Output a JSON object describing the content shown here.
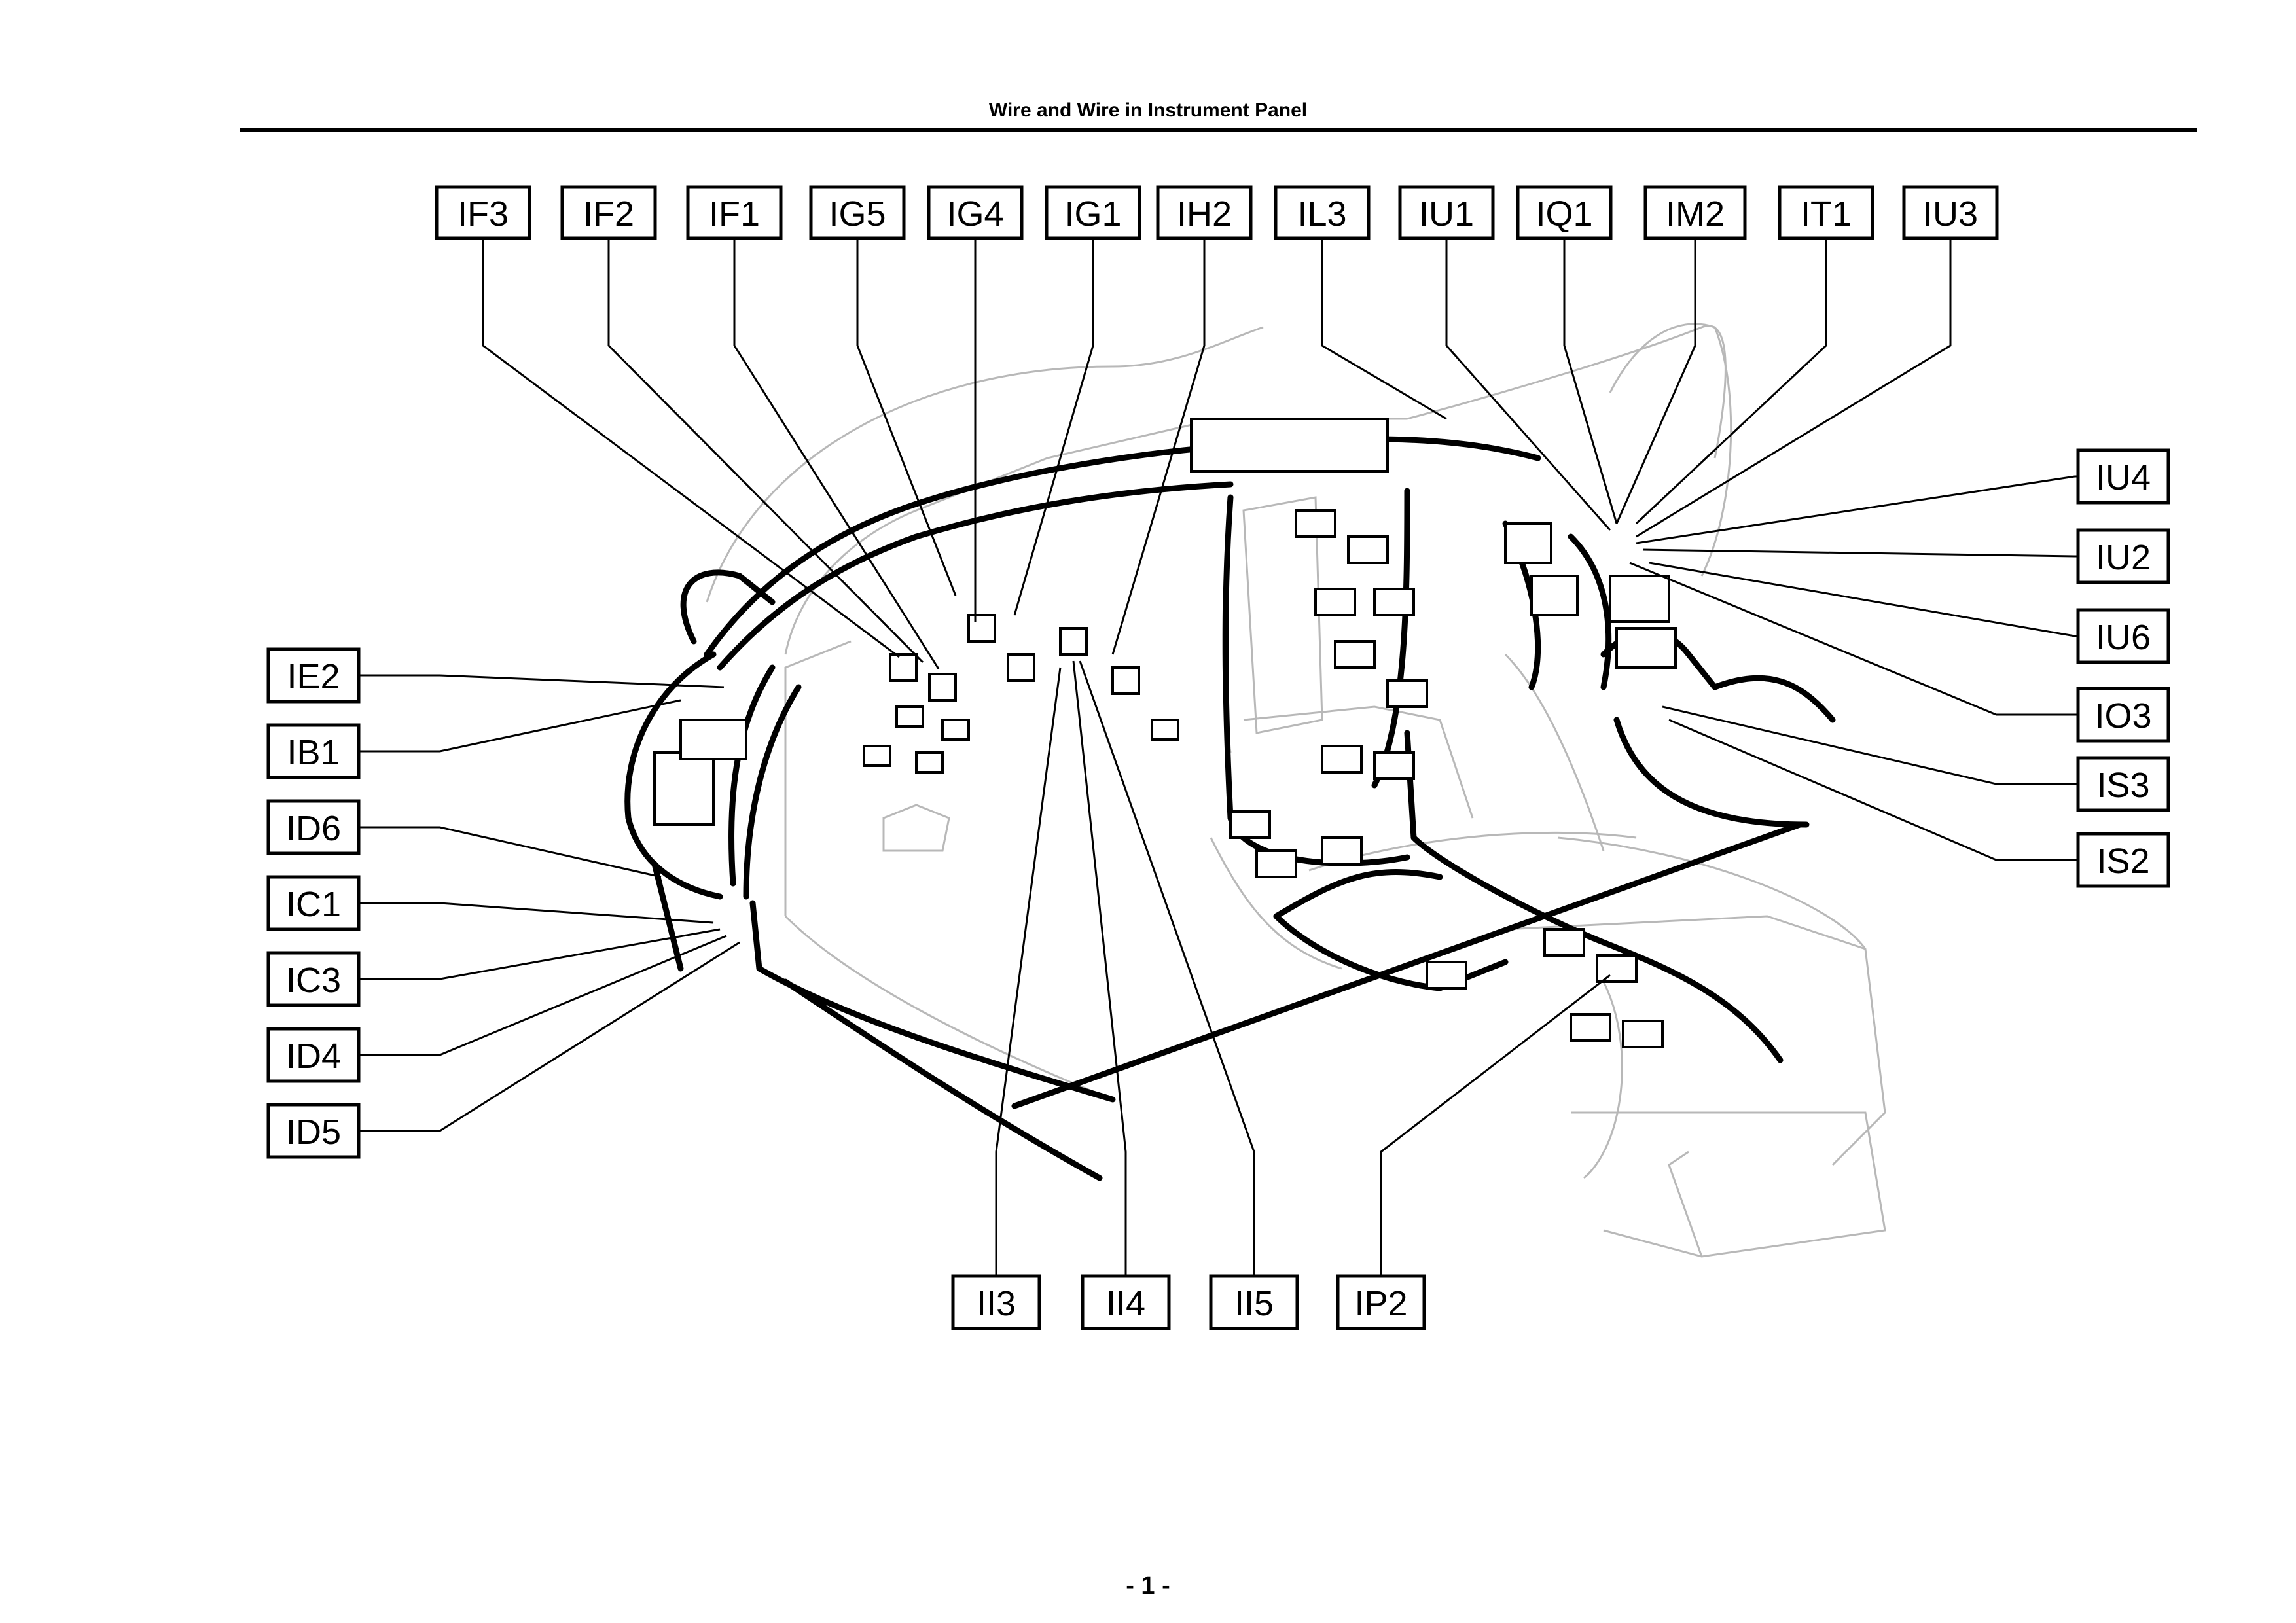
{
  "header": {
    "title": "Wire and Wire in Instrument Panel"
  },
  "footer": {
    "page_number": "- 1 -"
  },
  "connectors": {
    "top": [
      "IF3",
      "IF2",
      "IF1",
      "IG5",
      "IG4",
      "IG1",
      "IH2",
      "IL3",
      "IU1",
      "IQ1",
      "IM2",
      "IT1",
      "IU3"
    ],
    "left": [
      "IE2",
      "IB1",
      "ID6",
      "IC1",
      "IC3",
      "ID4",
      "ID5"
    ],
    "right": [
      "IU4",
      "IU2",
      "IU6",
      "IO3",
      "IS3",
      "IS2"
    ],
    "bottom": [
      "II3",
      "II4",
      "II5",
      "IP2"
    ]
  }
}
